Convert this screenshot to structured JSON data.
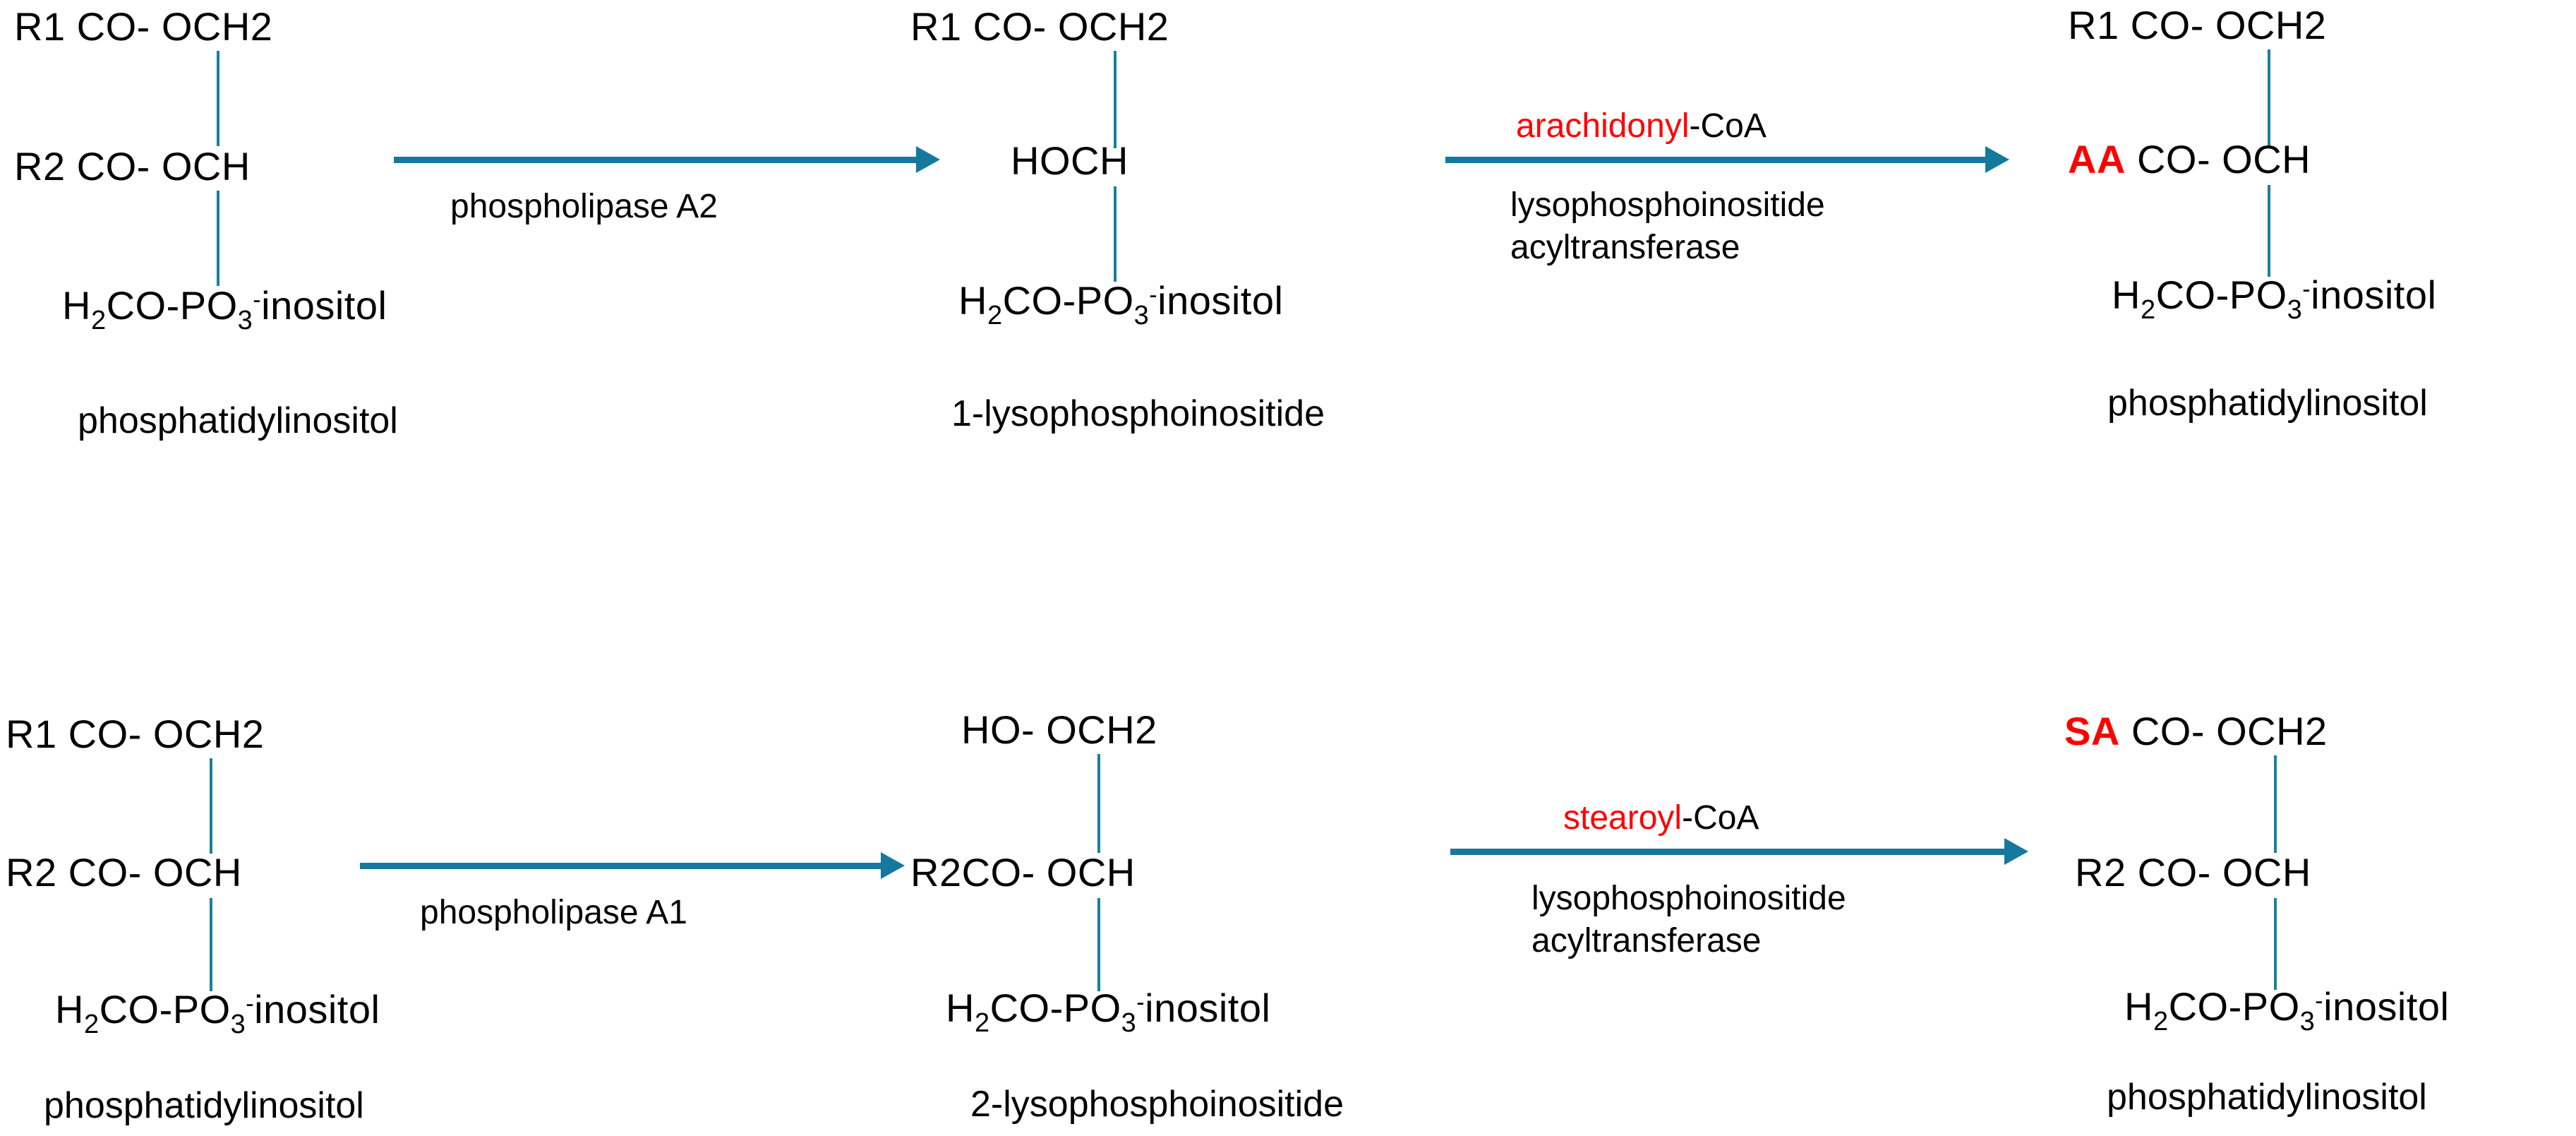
{
  "diagram": {
    "title_colors": {
      "bond_blue": "#1a7fa0",
      "arrow_blue": "#15799e",
      "highlight_red": "#ff0000",
      "background": "#ffffff"
    },
    "rows": [
      {
        "id": "row-1",
        "structures": [
          {
            "id": "pi-left-top",
            "line1": "R1 CO- OCH2",
            "line2_prefix": "",
            "line2": "R2 CO- OCH",
            "line3_main": "H",
            "line3_sub": "2",
            "line3_mid": "CO-PO",
            "line3_sub2": "3",
            "line3_sup": "-",
            "line3_tail": "inositol",
            "caption": "phosphatidylinositol"
          },
          {
            "id": "lysopi-1",
            "line1": "R1 CO- OCH2",
            "line2_prefix": "",
            "line2": "HOCH",
            "line3_main": "H",
            "line3_sub": "2",
            "line3_mid": "CO-PO",
            "line3_sub2": "3",
            "line3_sup": "-",
            "line3_tail": "inositol",
            "caption": "1-lysophosphoinositide"
          },
          {
            "id": "pi-right-top",
            "line1": "R1 CO- OCH2",
            "line2_prefix": "AA",
            "line2": " CO- OCH",
            "line3_main": "H",
            "line3_sub": "2",
            "line3_mid": "CO-PO",
            "line3_sub2": "3",
            "line3_sup": "-",
            "line3_tail": "inositol",
            "caption": "phosphatidylinositol"
          }
        ],
        "arrows": [
          {
            "id": "arrow-pla2",
            "above": "",
            "below_line1": "phospholipase A2",
            "below_line2": ""
          },
          {
            "id": "arrow-lpiat-aa",
            "above_red": "arachidonyl",
            "above_black": "-CoA",
            "below_line1": "lysophosphoinositide",
            "below_line2": "acyltransferase"
          }
        ]
      },
      {
        "id": "row-2",
        "structures": [
          {
            "id": "pi-left-bottom",
            "line1": "R1 CO- OCH2",
            "line2_prefix": "",
            "line2": "R2 CO- OCH",
            "line3_main": "H",
            "line3_sub": "2",
            "line3_mid": "CO-PO",
            "line3_sub2": "3",
            "line3_sup": "-",
            "line3_tail": "inositol",
            "caption": "phosphatidylinositol"
          },
          {
            "id": "lysopi-2",
            "line1": "HO- OCH2",
            "line2_prefix": "",
            "line2": "R2CO- OCH",
            "line3_main": "H",
            "line3_sub": "2",
            "line3_mid": "CO-PO",
            "line3_sub2": "3",
            "line3_sup": "-",
            "line3_tail": "inositol",
            "caption": "2-lysophosphoinositide"
          },
          {
            "id": "pi-right-bottom",
            "line1_prefix": "SA",
            "line1": " CO- OCH2",
            "line2_prefix": "",
            "line2": "R2 CO- OCH",
            "line3_main": "H",
            "line3_sub": "2",
            "line3_mid": "CO-PO",
            "line3_sub2": "3",
            "line3_sup": "-",
            "line3_tail": "inositol",
            "caption": "phosphatidylinositol"
          }
        ],
        "arrows": [
          {
            "id": "arrow-pla1",
            "above": "",
            "below_line1": "phospholipase A1",
            "below_line2": ""
          },
          {
            "id": "arrow-lpiat-sa",
            "above_red": "stearoyl",
            "above_black": "-CoA",
            "below_line1": "lysophosphoinositide",
            "below_line2": "acyltransferase"
          }
        ]
      }
    ]
  }
}
